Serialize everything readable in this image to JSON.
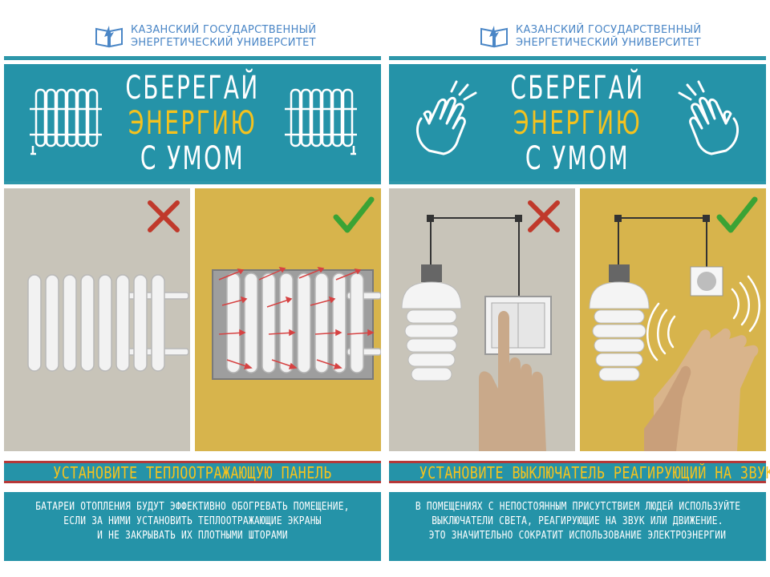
{
  "university": {
    "line1": "КАЗАНСКИЙ ГОСУДАРСТВЕННЫЙ",
    "line2": "ЭНЕРГЕТИЧЕСКИЙ УНИВЕРСИТЕТ"
  },
  "headline": {
    "line1": "СБЕРЕГАЙ",
    "line2": "ЭНЕРГИЮ",
    "line3": "С УМОМ"
  },
  "posters": [
    {
      "topic_icon": "radiator-icon",
      "bad_panel_icon": "radiator-without-panel",
      "good_panel_icon": "radiator-with-reflective-panel",
      "banner": "УСТАНОВИТЕ ТЕПЛООТРАЖАЮЩУЮ ПАНЕЛЬ",
      "description": [
        "БАТАРЕИ ОТОПЛЕНИЯ БУДУТ ЭФФЕКТИВНО ОБОГРЕВАТЬ ПОМЕЩЕНИЕ,",
        "ЕСЛИ ЗА НИМИ УСТАНОВИТЬ ТЕПЛООТРАЖАЮЩИЕ ЭКРАНЫ",
        "И НЕ ЗАКРЫВАТЬ ИХ ПЛОТНЫМИ ШТОРАМИ"
      ]
    },
    {
      "topic_icon": "clapping-hands-icon",
      "bad_panel_icon": "finger-light-switch",
      "good_panel_icon": "clap-sound-sensor",
      "banner": "УСТАНОВИТЕ ВЫКЛЮЧАТЕЛЬ РЕАГИРУЮЩИЙ НА ЗВУК",
      "description": [
        "В ПОМЕЩЕНИЯХ С НЕПОСТОЯННЫМ ПРИСУТСТВИЕМ ЛЮДЕЙ ИСПОЛЬЗУЙТЕ",
        "ВЫКЛЮЧАТЕЛИ СВЕТА, РЕАГИРУЮЩИЕ НА ЗВУК ИЛИ ДВИЖЕНИЕ.",
        "ЭТО ЗНАЧИТЕЛЬНО СОКРАТИТ ИСПОЛЬЗОВАНИЕ ЭЛЕКТРОЭНЕРГИИ"
      ]
    }
  ],
  "colors": {
    "teal": "#2593a8",
    "yellow": "#f4c21e",
    "red_stripe": "#b53838",
    "wrong_mark": "#c0392b",
    "right_mark": "#3aa335",
    "bad_bg": "#c8c4b9",
    "good_bg": "#d7b44c"
  }
}
